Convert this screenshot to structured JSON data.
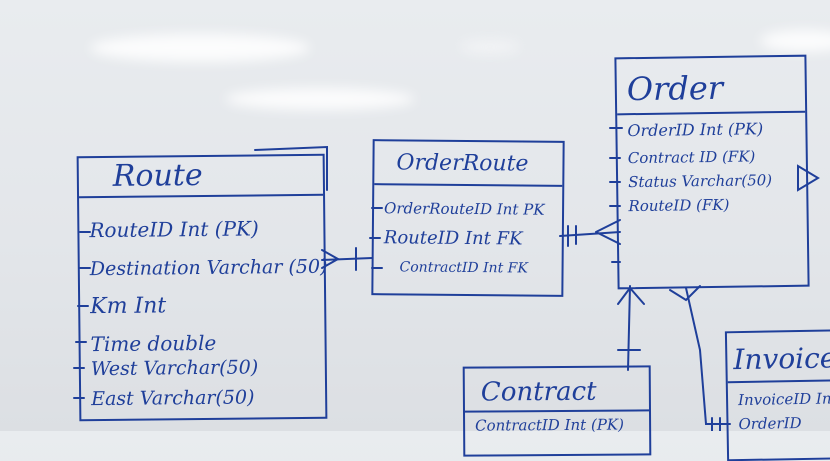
{
  "entities": {
    "route": {
      "title": "Route",
      "attributes": [
        "RouteID Int (PK)",
        "Destination Varchar (50)",
        "Km Int",
        "Time double",
        "West Varchar(50)",
        "East Varchar(50)"
      ]
    },
    "order_route": {
      "title": "OrderRoute",
      "attributes": [
        "OrderRouteID Int PK",
        "RouteID Int FK",
        "ContractID Int FK"
      ]
    },
    "order": {
      "title": "Order",
      "attributes": [
        "OrderID Int (PK)",
        "Contract ID (FK)",
        "Status Varchar(50)",
        "RouteID (FK)"
      ]
    },
    "contract": {
      "title": "Contract",
      "attributes": [
        "ContractID Int (PK)"
      ]
    },
    "invoice": {
      "title": "Invoice",
      "attributes": [
        "InvoiceID Int",
        "OrderID"
      ]
    }
  },
  "colors": {
    "ink": "#1f3f9a",
    "board": "#e6e9ec"
  }
}
